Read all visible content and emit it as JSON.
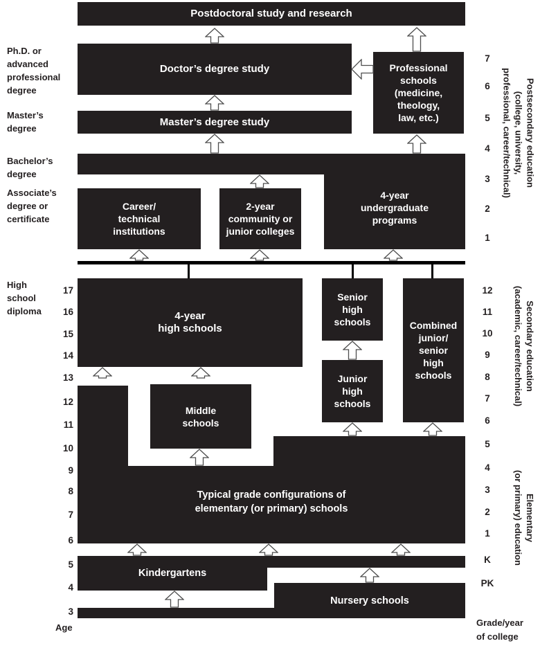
{
  "boxes": {
    "postdoctoral": "Postdoctoral study and research",
    "doctors": "Doctor’s degree study",
    "professional": "Professional\nschools\n(medicine,\ntheology,\nlaw, etc.)",
    "masters": "Master’s degree study",
    "four_year_undergrad": "4-year\nundergraduate\nprograms",
    "career_technical": "Career/\ntechnical\ninstitutions",
    "two_year": "2-year\ncommunity or\njunior colleges",
    "four_year_hs": "4-year\nhigh schools",
    "senior_hs": "Senior\nhigh\nschools",
    "junior_hs": "Junior\nhigh\nschools",
    "combined_hs": "Combined\njunior/\nsenior\nhigh\nschools",
    "middle": "Middle\nschools",
    "elementary": "Typical grade configurations of\nelementary (or primary) schools",
    "kindergartens": "Kindergartens",
    "nursery": "Nursery schools"
  },
  "left_labels": {
    "phd": "Ph.D. or\nadvanced\nprofessional\ndegree",
    "masters": "Master’s\ndegree",
    "bachelors": "Bachelor’s\ndegree",
    "associates": "Associate’s\ndegree or\ncertificate",
    "hs_diploma": "High\nschool\ndiploma",
    "age_axis": "Age"
  },
  "right_labels": {
    "postsecondary": "Postsecondary education\n(college, university,\nprofessional, career/technical)",
    "secondary": "Secondary education\n(academic, career/technical)",
    "elementary": "Elementary\n(or primary) education",
    "grade_axis": "Grade/year\nof college"
  },
  "scales": {
    "college_years": [
      "7",
      "6",
      "5",
      "4",
      "3",
      "2",
      "1"
    ],
    "ages": [
      "17",
      "16",
      "15",
      "14",
      "13",
      "12",
      "11",
      "10",
      "9",
      "8",
      "7",
      "6",
      "5",
      "4",
      "3"
    ],
    "grades": [
      "12",
      "11",
      "10",
      "9",
      "8",
      "7",
      "6",
      "5",
      "4",
      "3",
      "2",
      "1",
      "K",
      "PK"
    ]
  },
  "colors": {
    "box_fill": "#231f20",
    "box_text": "#ffffff",
    "label_text": "#231f20",
    "arrow_fill": "#ffffff",
    "arrow_outline": "#4d4d4d",
    "line": "#000000"
  }
}
